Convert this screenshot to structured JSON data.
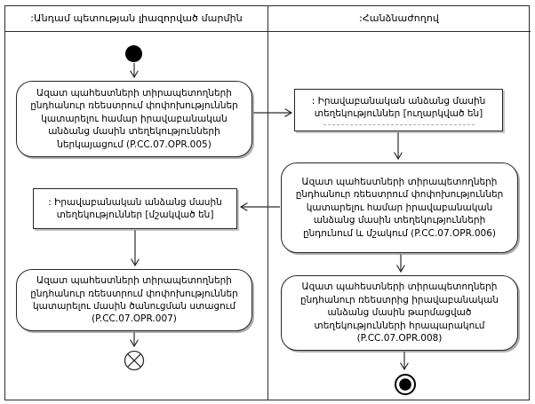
{
  "diagram": {
    "type": "uml-activity-diagram-with-swimlanes",
    "lanes": [
      {
        "title": ":Անդամ պետության լիազորված մարմին"
      },
      {
        "title": ":Հանձնաժողով"
      }
    ],
    "nodes": {
      "opr005": {
        "kind": "action",
        "lane": 0,
        "label": "Ազատ պահեստների տիրապետողների ընդհանուր ռեեստրում փոփոխություններ կատարելու համար իրավաբանական անձանց մասին տեղեկությունների ներկայացում (P.CC.07.OPR.005)"
      },
      "object_sent": {
        "kind": "object",
        "lane": 1,
        "label": ": Իրավաբանական անձանց մասին տեղեկություններ [ուղարկված են]"
      },
      "opr006": {
        "kind": "action",
        "lane": 1,
        "label": "Ազատ պահեստների տիրապետողների ընդհանուր ռեեստրում փոփոխություններ կատարելու համար իրավաբանական անձանց մասին տեղեկությունների ընդունում և մշակում (P.CC.07.OPR.006)"
      },
      "object_processed": {
        "kind": "object",
        "lane": 0,
        "label": ": Իրավաբանական անձանց մասին տեղեկություններ [մշակված են]"
      },
      "opr007": {
        "kind": "action",
        "lane": 0,
        "label": "Ազատ պահեստների տիրապետողների ընդհանուր ռեեստրում փոփոխություններ կատարելու մասին ծանուցման ստացում (P.CC.07.OPR.007)"
      },
      "opr008": {
        "kind": "action",
        "lane": 1,
        "label": "Ազատ պահեստների տիրապետողների ընդհանուր ռեեստրից իրավաբանական անձանց մասին թարմացված տեղեկությունների հրապարակում (P.CC.07.OPR.008)"
      }
    },
    "symbols": {
      "initial_node": "filled-circle",
      "flow_final_node": "circle-with-x",
      "activity_final_node": "ringed-filled-circle"
    },
    "flows": [
      "initial -> opr005",
      "opr005 -> object_sent",
      "object_sent -> opr006",
      "opr006 -> object_processed",
      "object_processed -> opr007",
      "opr007 -> flow_final",
      "opr006 -> opr008",
      "opr008 -> activity_final"
    ],
    "colors": {
      "background": "#ffffff",
      "border": "#2b2b2b",
      "text": "#000000",
      "shadow": "#6e6e6e",
      "object_dashes": "#adadad"
    }
  }
}
